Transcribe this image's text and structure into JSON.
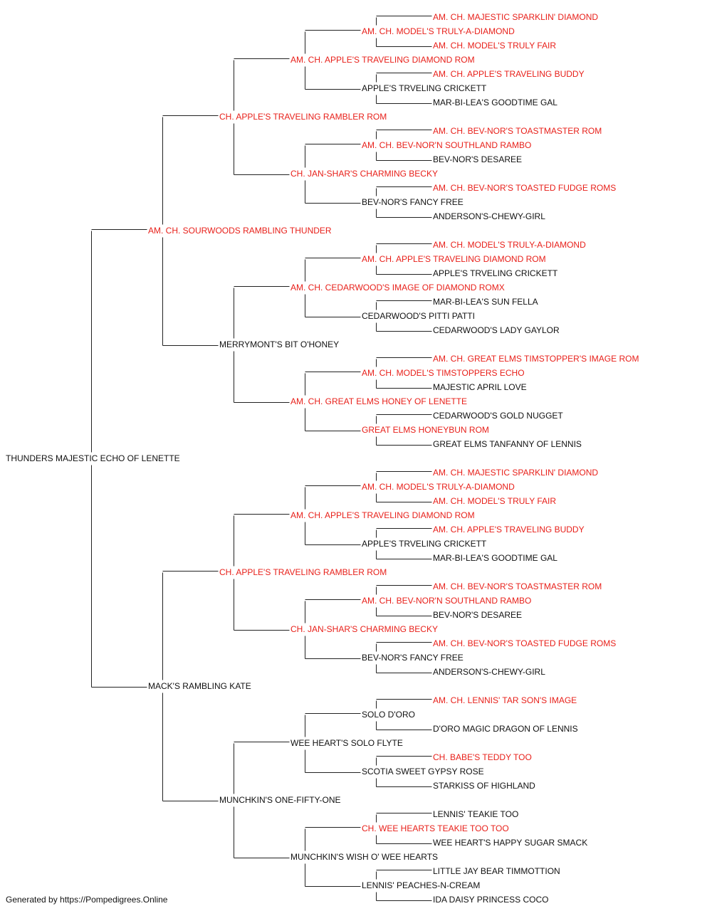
{
  "colors": {
    "champion": "#e8201a",
    "regular": "#111111",
    "connector": "#222222"
  },
  "footer": "Generated by https://Pompedigrees.Online",
  "pedigree": {
    "name": "THUNDERS MAJESTIC ECHO OF LENETTE",
    "ch": false,
    "sire": {
      "name": "AM. CH. SOURWOODS RAMBLING THUNDER",
      "ch": true,
      "sire": {
        "name": "CH. APPLE'S TRAVELING RAMBLER ROM",
        "ch": true,
        "sire": {
          "name": "AM. CH. APPLE'S TRAVELING DIAMOND ROM",
          "ch": true,
          "sire": {
            "name": "AM. CH. MODEL'S TRULY-A-DIAMOND",
            "ch": true,
            "sire": {
              "name": "AM. CH. MAJESTIC SPARKLIN' DIAMOND",
              "ch": true
            },
            "dam": {
              "name": "AM. CH. MODEL'S TRULY FAIR",
              "ch": true
            }
          },
          "dam": {
            "name": "APPLE'S TRVELING CRICKETT",
            "ch": false,
            "sire": {
              "name": "AM. CH. APPLE'S TRAVELING BUDDY",
              "ch": true
            },
            "dam": {
              "name": "MAR-BI-LEA'S GOODTIME GAL",
              "ch": false
            }
          }
        },
        "dam": {
          "name": "CH. JAN-SHAR'S CHARMING BECKY",
          "ch": true,
          "sire": {
            "name": "AM. CH. BEV-NOR'N SOUTHLAND RAMBO",
            "ch": true,
            "sire": {
              "name": "AM. CH. BEV-NOR'S TOASTMASTER ROM",
              "ch": true
            },
            "dam": {
              "name": "BEV-NOR'S DESAREE",
              "ch": false
            }
          },
          "dam": {
            "name": "BEV-NOR'S FANCY FREE",
            "ch": false,
            "sire": {
              "name": "AM. CH. BEV-NOR'S TOASTED FUDGE ROMS",
              "ch": true
            },
            "dam": {
              "name": "ANDERSON'S-CHEWY-GIRL",
              "ch": false
            }
          }
        }
      },
      "dam": {
        "name": "MERRYMONT'S BIT O'HONEY",
        "ch": false,
        "sire": {
          "name": "AM. CH. CEDARWOOD'S IMAGE OF DIAMOND ROMX",
          "ch": true,
          "sire": {
            "name": "AM. CH. APPLE'S TRAVELING DIAMOND ROM",
            "ch": true,
            "sire": {
              "name": "AM. CH. MODEL'S TRULY-A-DIAMOND",
              "ch": true
            },
            "dam": {
              "name": "APPLE'S TRVELING CRICKETT",
              "ch": false
            }
          },
          "dam": {
            "name": "CEDARWOOD'S PITTI PATTI",
            "ch": false,
            "sire": {
              "name": "MAR-BI-LEA'S SUN FELLA",
              "ch": false
            },
            "dam": {
              "name": "CEDARWOOD'S LADY GAYLOR",
              "ch": false
            }
          }
        },
        "dam": {
          "name": "AM. CH. GREAT ELMS HONEY OF LENETTE",
          "ch": true,
          "sire": {
            "name": "AM. CH. MODEL'S TIMSTOPPERS ECHO",
            "ch": true,
            "sire": {
              "name": "AM. CH. GREAT ELMS TIMSTOPPER'S IMAGE ROM",
              "ch": true
            },
            "dam": {
              "name": "MAJESTIC APRIL LOVE",
              "ch": false
            }
          },
          "dam": {
            "name": "GREAT ELMS HONEYBUN ROM",
            "ch": true,
            "sire": {
              "name": "CEDARWOOD'S GOLD NUGGET",
              "ch": false
            },
            "dam": {
              "name": "GREAT ELMS TANFANNY OF LENNIS",
              "ch": false
            }
          }
        }
      }
    },
    "dam": {
      "name": "MACK'S RAMBLING KATE",
      "ch": false,
      "sire": {
        "name": "CH. APPLE'S TRAVELING RAMBLER ROM",
        "ch": true,
        "sire": {
          "name": "AM. CH. APPLE'S TRAVELING DIAMOND ROM",
          "ch": true,
          "sire": {
            "name": "AM. CH. MODEL'S TRULY-A-DIAMOND",
            "ch": true,
            "sire": {
              "name": "AM. CH. MAJESTIC SPARKLIN' DIAMOND",
              "ch": true
            },
            "dam": {
              "name": "AM. CH. MODEL'S TRULY FAIR",
              "ch": true
            }
          },
          "dam": {
            "name": "APPLE'S TRVELING CRICKETT",
            "ch": false,
            "sire": {
              "name": "AM. CH. APPLE'S TRAVELING BUDDY",
              "ch": true
            },
            "dam": {
              "name": "MAR-BI-LEA'S GOODTIME GAL",
              "ch": false
            }
          }
        },
        "dam": {
          "name": "CH. JAN-SHAR'S CHARMING BECKY",
          "ch": true,
          "sire": {
            "name": "AM. CH. BEV-NOR'N SOUTHLAND RAMBO",
            "ch": true,
            "sire": {
              "name": "AM. CH. BEV-NOR'S TOASTMASTER ROM",
              "ch": true
            },
            "dam": {
              "name": "BEV-NOR'S DESAREE",
              "ch": false
            }
          },
          "dam": {
            "name": "BEV-NOR'S FANCY FREE",
            "ch": false,
            "sire": {
              "name": "AM. CH. BEV-NOR'S TOASTED FUDGE ROMS",
              "ch": true
            },
            "dam": {
              "name": "ANDERSON'S-CHEWY-GIRL",
              "ch": false
            }
          }
        }
      },
      "dam": {
        "name": "MUNCHKIN'S ONE-FIFTY-ONE",
        "ch": false,
        "sire": {
          "name": "WEE HEART'S SOLO FLYTE",
          "ch": false,
          "sire": {
            "name": "SOLO D'ORO",
            "ch": false,
            "sire": {
              "name": "AM. CH. LENNIS' TAR SON'S IMAGE",
              "ch": true
            },
            "dam": {
              "name": "D'ORO MAGIC DRAGON OF LENNIS",
              "ch": false
            }
          },
          "dam": {
            "name": "SCOTIA SWEET GYPSY ROSE",
            "ch": false,
            "sire": {
              "name": "CH. BABE'S TEDDY TOO",
              "ch": true
            },
            "dam": {
              "name": "STARKISS OF HIGHLAND",
              "ch": false
            }
          }
        },
        "dam": {
          "name": "MUNCHKIN'S WISH O' WEE HEARTS",
          "ch": false,
          "sire": {
            "name": "CH. WEE HEARTS TEAKIE TOO TOO",
            "ch": true,
            "sire": {
              "name": "LENNIS' TEAKIE TOO",
              "ch": false
            },
            "dam": {
              "name": "WEE HEART'S HAPPY SUGAR SMACK",
              "ch": false
            }
          },
          "dam": {
            "name": "LENNIS' PEACHES-N-CREAM",
            "ch": false,
            "sire": {
              "name": "LITTLE JAY BEAR TIMMOTTION",
              "ch": false
            },
            "dam": {
              "name": "IDA DAISY PRINCESS COCO",
              "ch": false
            }
          }
        }
      }
    }
  }
}
